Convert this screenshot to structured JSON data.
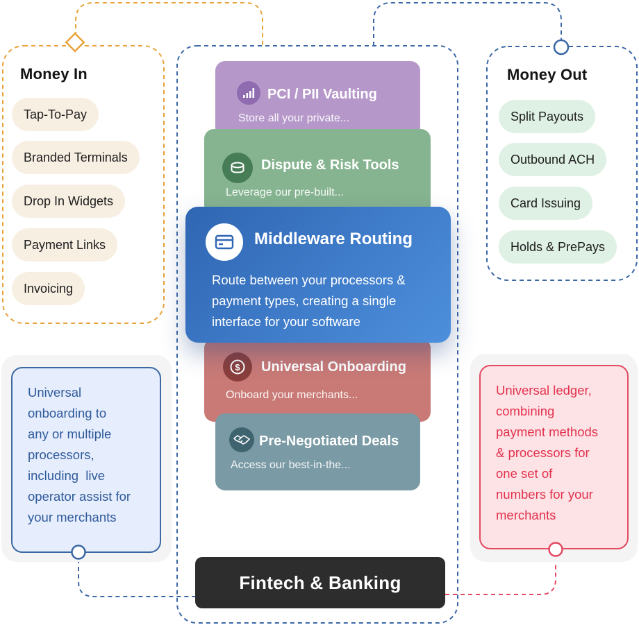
{
  "money_in": {
    "title": "Money In",
    "items": [
      "Tap-To-Pay",
      "Branded Terminals",
      "Drop In Widgets",
      "Payment Links",
      "Invoicing"
    ]
  },
  "money_out": {
    "title": "Money Out",
    "items": [
      "Split Payouts",
      "Outbound ACH",
      "Card Issuing",
      "Holds & PrePays"
    ]
  },
  "cards": [
    {
      "title": "PCI / PII Vaulting",
      "desc": "Store all your private...",
      "icon": "signal-bars-icon",
      "color": "#b597c9"
    },
    {
      "title": "Dispute & Risk Tools",
      "desc": "Leverage our pre-built...",
      "icon": "coin-stack-icon",
      "color": "#86b490"
    },
    {
      "title": "Middleware Routing",
      "desc_lines": [
        "Route between your processors &",
        "payment types, creating a single",
        "interface for your software"
      ],
      "icon": "credit-card-icon",
      "color_start": "#2f66b3",
      "color_end": "#4d8fdc"
    },
    {
      "title": "Universal Onboarding",
      "desc": "Onboard your merchants...",
      "icon": "dollar-circle-icon",
      "color": "#c97a76"
    },
    {
      "title": "Pre-Negotiated Deals",
      "desc": "Access our best-in-the...",
      "icon": "handshake-icon",
      "color": "#7a9aa5"
    }
  ],
  "notes": {
    "left": {
      "lines": [
        "Universal",
        "onboarding to",
        "any or multiple",
        "processors,",
        "including  live",
        "operator assist for",
        "your merchants"
      ],
      "color": "#3b6aa3"
    },
    "right": {
      "lines": [
        "Universal ledger,",
        "combining",
        "payment methods",
        "& processors for",
        "one set of",
        "numbers for your",
        "merchants"
      ],
      "color": "#e34a61"
    }
  },
  "footer": {
    "label": "Fintech & Banking"
  },
  "colors": {
    "orange_dash": "#e8a23a",
    "blue_dash": "#3a67a6",
    "red_dash": "#e34a61"
  }
}
